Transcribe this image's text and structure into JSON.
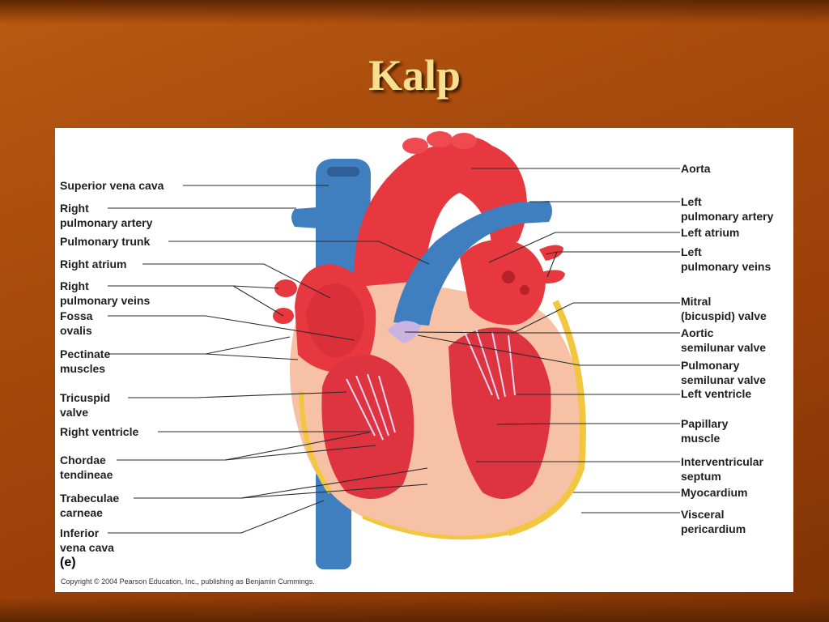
{
  "slide": {
    "title": "Kalp"
  },
  "diagram": {
    "panel_tag": "(e)",
    "copyright": "Copyright © 2004 Pearson Education, Inc., publishing as Benjamin Cummings.",
    "labels_left": [
      "Superior vena cava",
      "Right\npulmonary artery",
      "Pulmonary trunk",
      "Right atrium",
      "Right\npulmonary veins",
      "Fossa\novalis",
      "Pectinate\nmuscles",
      "Tricuspid\nvalve",
      "Right ventricle",
      "Chordae\ntendineae",
      "Trabeculae\ncarneae",
      "Inferior\nvena cava"
    ],
    "labels_right": [
      "Aorta",
      "Left\npulmonary artery",
      "Left atrium",
      "Left\npulmonary veins",
      "Mitral\n(bicuspid) valve",
      "Aortic\nsemilunar valve",
      "Pulmonary\nsemilunar valve",
      "Left ventricle",
      "Papillary\nmuscle",
      "Interventricular\nseptum",
      "Myocardium",
      "Visceral\npericardium"
    ],
    "colors": {
      "vein_blue": "#3f7fbf",
      "artery_red": "#e8383f",
      "myocardium": "#f7c1a6",
      "fat_yellow": "#f2c640"
    }
  }
}
